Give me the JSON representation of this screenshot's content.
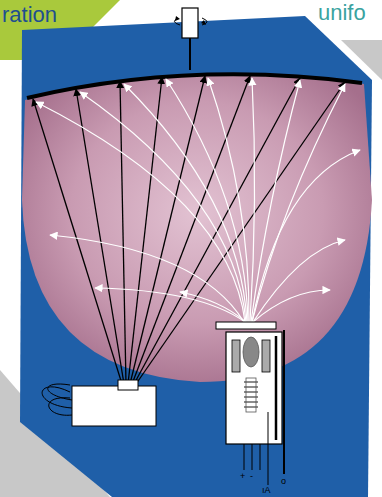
{
  "diagram": {
    "labels": [
      "ration",
      "unifo",
      "+",
      "-",
      "ıA",
      "o"
    ]
  }
}
